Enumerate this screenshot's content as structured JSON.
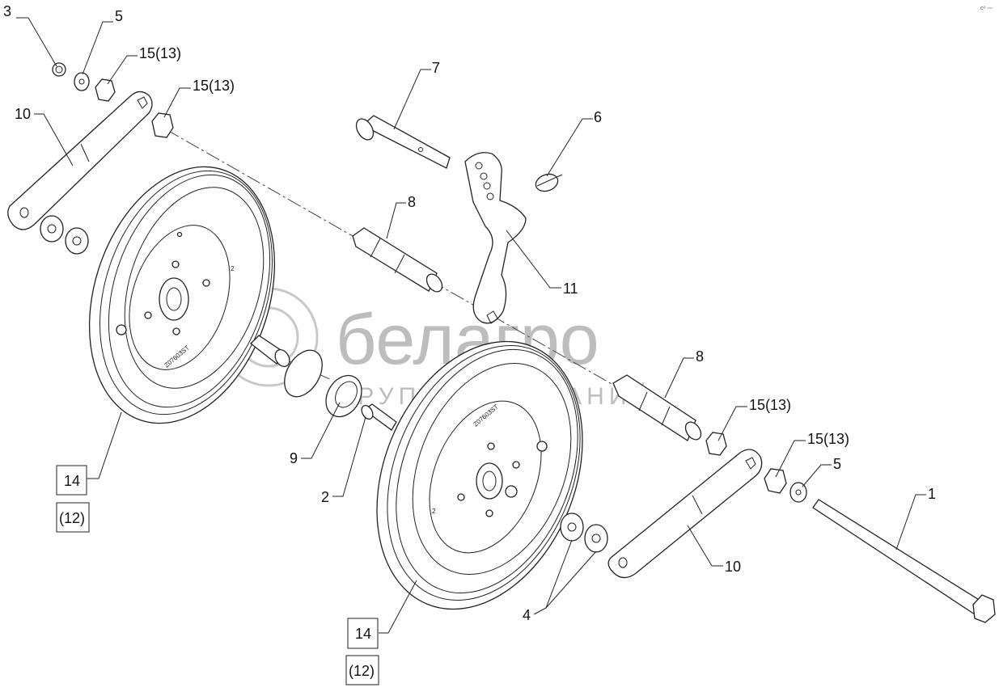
{
  "corner_mark": "сᵒ ◦◦◦",
  "watermark": {
    "brand": "белагро",
    "subtitle": "ГРУППА КОМПАНИЙ"
  },
  "wheel_marks": {
    "upper_wheel_code": "Z07603ST",
    "upper_wheel_small": "2",
    "lower_wheel_code": "Z07603ST",
    "lower_wheel_small": "2"
  },
  "callouts": [
    {
      "id": "c3",
      "text": "3"
    },
    {
      "id": "c5a",
      "text": "5"
    },
    {
      "id": "c15a",
      "text": "15(13)"
    },
    {
      "id": "c15b",
      "text": "15(13)"
    },
    {
      "id": "c10a",
      "text": "10"
    },
    {
      "id": "c7",
      "text": "7"
    },
    {
      "id": "c6",
      "text": "6"
    },
    {
      "id": "c8a",
      "text": "8"
    },
    {
      "id": "c11",
      "text": "11"
    },
    {
      "id": "c8b",
      "text": "8"
    },
    {
      "id": "c15c",
      "text": "15(13)"
    },
    {
      "id": "c15d",
      "text": "15(13)"
    },
    {
      "id": "c5b",
      "text": "5"
    },
    {
      "id": "c1",
      "text": "1"
    },
    {
      "id": "c9",
      "text": "9"
    },
    {
      "id": "c2",
      "text": "2"
    },
    {
      "id": "c10b",
      "text": "10"
    },
    {
      "id": "c4",
      "text": "4"
    }
  ],
  "boxed_labels": {
    "left_main": "14",
    "left_alt": "(12)",
    "bottom_main": "14",
    "bottom_alt": "(12)"
  }
}
